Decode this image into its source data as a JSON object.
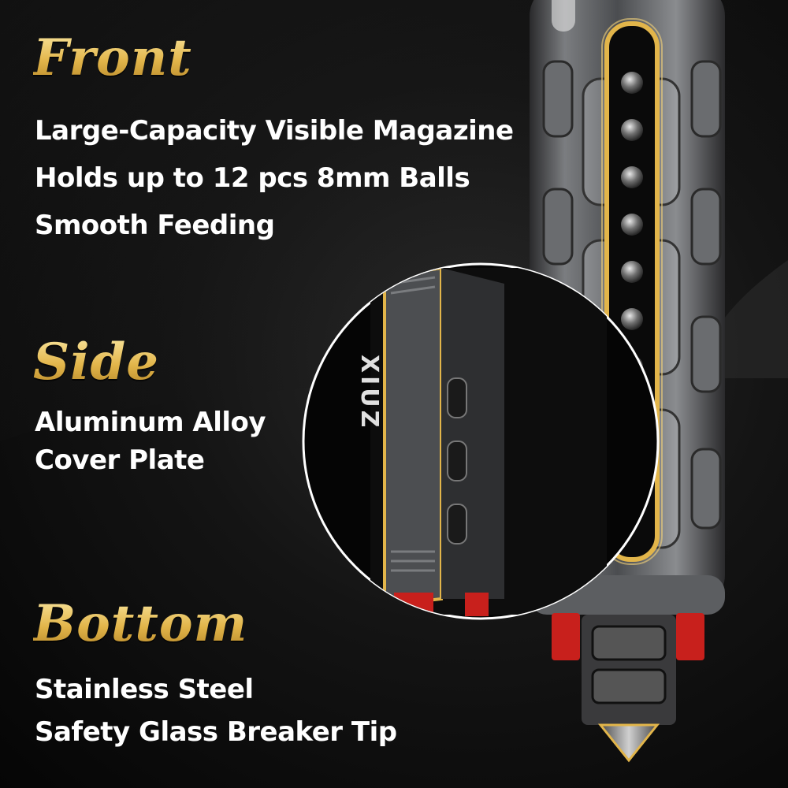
{
  "sections": {
    "front": {
      "heading": "Front",
      "lines": [
        "Large-Capacity Visible Magazine",
        "Holds up to 12 pcs 8mm Balls",
        "Smooth Feeding"
      ]
    },
    "side": {
      "heading": "Side",
      "lines": [
        "Aluminum Alloy",
        "Cover Plate"
      ]
    },
    "bottom": {
      "heading": "Bottom",
      "lines": [
        "Stainless Steel",
        "Safety Glass Breaker Tip"
      ]
    }
  },
  "brand": {
    "logo_text": "XIUZ"
  },
  "colors": {
    "gold_accent": "#e2b54a",
    "text_white": "#ffffff",
    "background": "#0b0b0b",
    "red_accent": "#c8201c"
  }
}
